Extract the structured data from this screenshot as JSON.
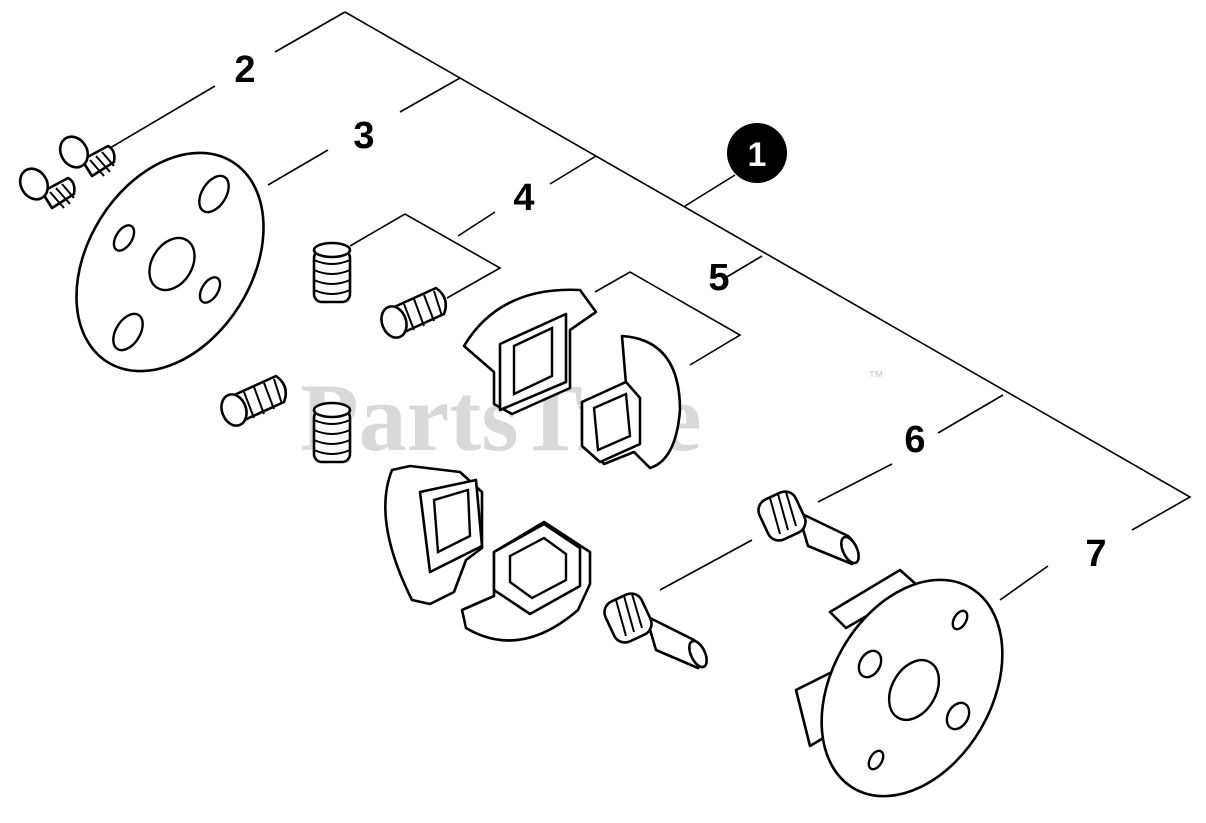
{
  "diagram": {
    "callouts": [
      {
        "id": "1",
        "label": "1",
        "style": "inverted-circle"
      },
      {
        "id": "2",
        "label": "2"
      },
      {
        "id": "3",
        "label": "3"
      },
      {
        "id": "4",
        "label": "4"
      },
      {
        "id": "5",
        "label": "5"
      },
      {
        "id": "6",
        "label": "6"
      },
      {
        "id": "7",
        "label": "7"
      }
    ],
    "watermark": {
      "text": "PartsTree",
      "trademark": "™"
    }
  }
}
